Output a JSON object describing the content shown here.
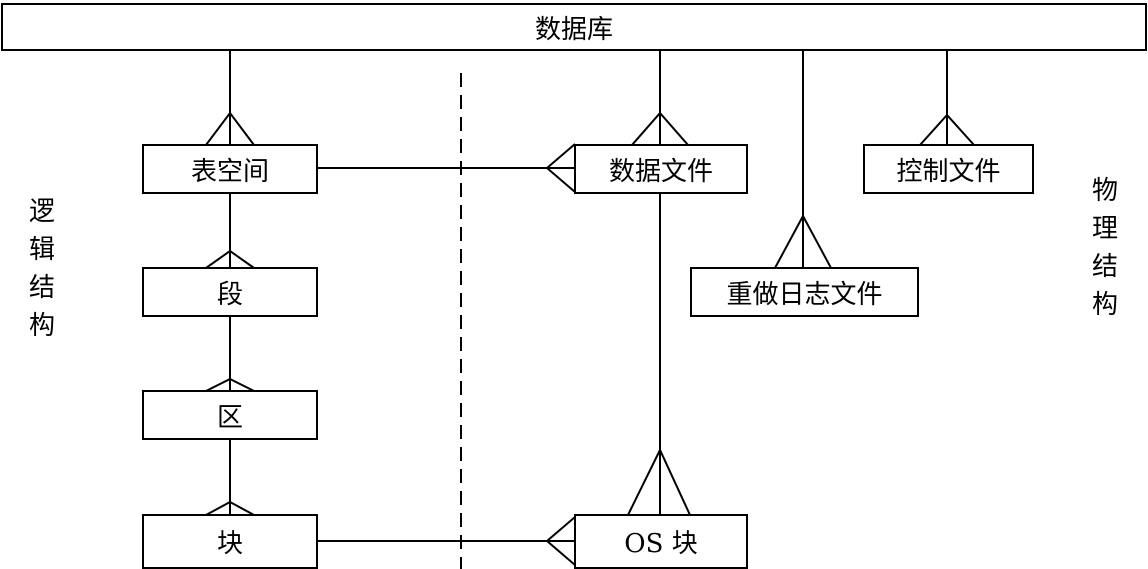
{
  "diagram": {
    "title_box": "数据库",
    "logical": {
      "side_label": [
        "逻",
        "辑",
        "结",
        "构"
      ],
      "tablespace": "表空间",
      "segment": "段",
      "extent": "区",
      "block": "块"
    },
    "physical": {
      "side_label": [
        "物",
        "理",
        "结",
        "构"
      ],
      "datafile": "数据文件",
      "control_file": "控制文件",
      "redo_log": "重做日志文件",
      "os_block": "OS 块"
    },
    "relationships": [
      {
        "from": "数据库",
        "to": "表空间",
        "type": "one-to-many"
      },
      {
        "from": "表空间",
        "to": "段",
        "type": "one-to-many"
      },
      {
        "from": "段",
        "to": "区",
        "type": "one-to-many"
      },
      {
        "from": "区",
        "to": "块",
        "type": "one-to-many"
      },
      {
        "from": "数据库",
        "to": "数据文件",
        "type": "one-to-many"
      },
      {
        "from": "数据库",
        "to": "重做日志文件",
        "type": "one-to-many"
      },
      {
        "from": "数据库",
        "to": "控制文件",
        "type": "one-to-many"
      },
      {
        "from": "表空间",
        "to": "数据文件",
        "type": "one-to-many"
      },
      {
        "from": "数据文件",
        "to": "OS 块",
        "type": "one-to-many"
      },
      {
        "from": "块",
        "to": "OS 块",
        "type": "one-to-many"
      }
    ]
  }
}
